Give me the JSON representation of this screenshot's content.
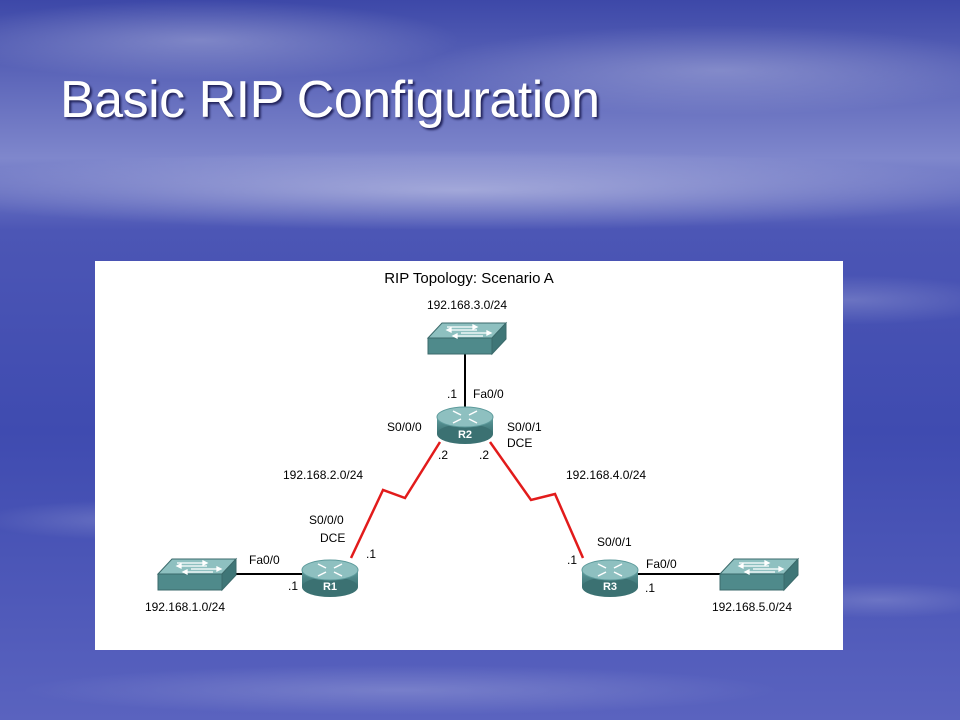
{
  "slide": {
    "title": "Basic RIP Configuration"
  },
  "diagram": {
    "title": "RIP Topology: Scenario A",
    "switches": {
      "top": {
        "network": "192.168.3.0/24"
      },
      "left": {
        "network": "192.168.1.0/24"
      },
      "right": {
        "network": "192.168.5.0/24"
      }
    },
    "routers": {
      "r2": {
        "name": "R2",
        "fa_interface": "Fa0/0",
        "fa_host": ".1",
        "s000": "S0/0/0",
        "s001": "S0/0/1",
        "s001_role": "DCE",
        "s000_host": ".2",
        "s001_host": ".2"
      },
      "r1": {
        "name": "R1",
        "serial": "S0/0/0",
        "serial_role": "DCE",
        "serial_host": ".1",
        "fa_interface": "Fa0/0",
        "fa_host": ".1"
      },
      "r3": {
        "name": "R3",
        "serial": "S0/0/1",
        "serial_host": ".1",
        "fa_interface": "Fa0/0",
        "fa_host": ".1"
      }
    },
    "links": {
      "r1_r2_network": "192.168.2.0/24",
      "r2_r3_network": "192.168.4.0/24"
    },
    "colors": {
      "device": "#4f8a8b",
      "device_top": "#8ec0c0",
      "serial_link": "#e21b1b",
      "ethernet_link": "#000000"
    }
  }
}
